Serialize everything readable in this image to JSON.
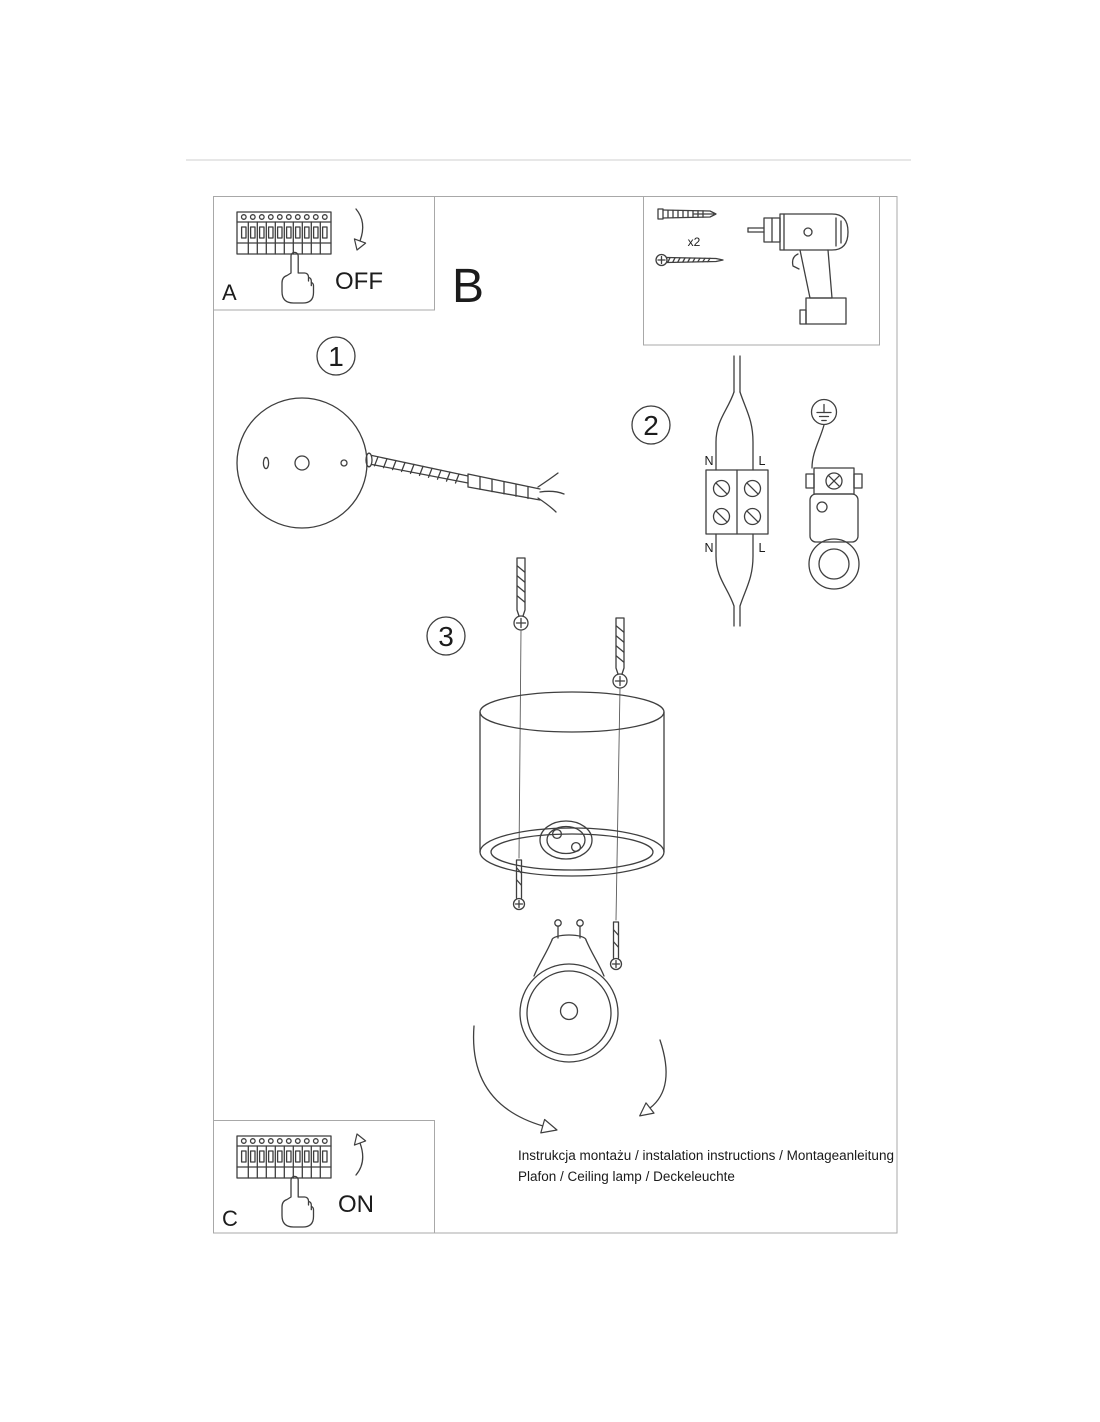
{
  "sheet": {
    "colors": {
      "ink": "#3f3f3f",
      "frame": "#a8a8a8",
      "background": "#ffffff"
    },
    "panels": {
      "switch_off": {
        "letter": "A",
        "state": "OFF"
      },
      "tools": {
        "letter": "B",
        "anchor_qty": "x2"
      },
      "switch_on": {
        "letter": "C",
        "state": "ON"
      }
    },
    "steps": {
      "one": "1",
      "two": "2",
      "three": "3"
    },
    "wiring": {
      "n_top": "N",
      "l_top": "L",
      "n_bottom": "N",
      "l_bottom": "L"
    },
    "footer": {
      "line1": "Instrukcja montażu / instalation instructions / Montageanleitung",
      "line2": "Plafon / Ceiling lamp / Deckeleuchte"
    }
  }
}
